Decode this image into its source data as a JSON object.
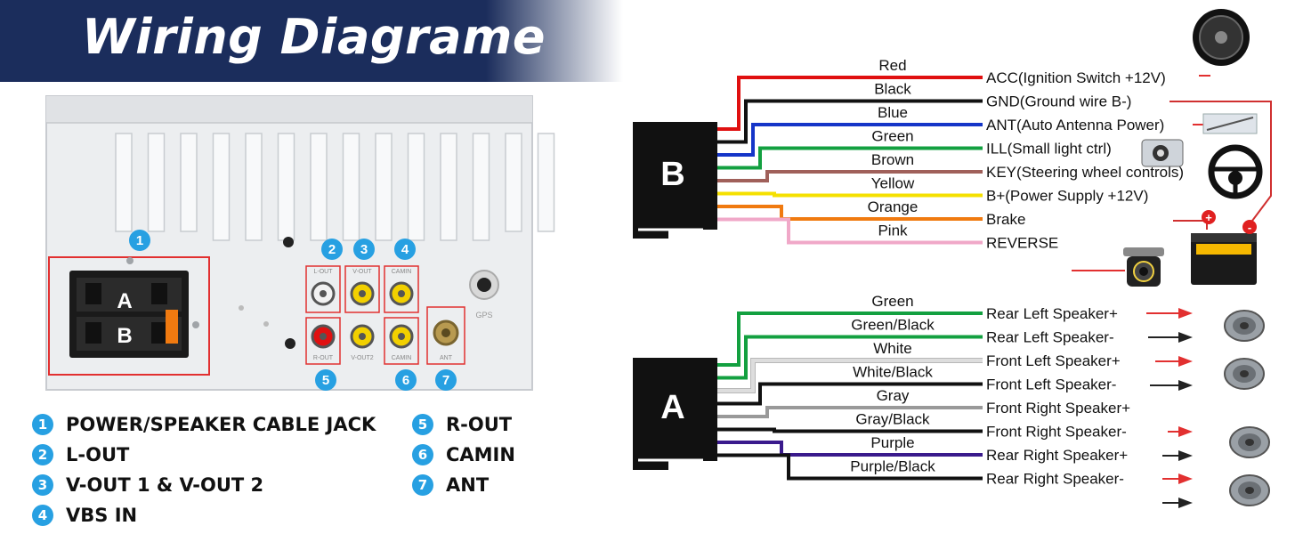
{
  "header": {
    "title": "Wiring Diagrame"
  },
  "unit_panel": {
    "block_a_letter": "A",
    "block_b_letter": "B",
    "jack_labels": {
      "l_out": "L-OUT",
      "v_out": "V-OUT",
      "camin": "CAMIN",
      "r_out": "R-OUT",
      "v_out2": "V-OUT2",
      "camin2": "CAMIN",
      "ant": "ANT",
      "gps": "GPS"
    },
    "markers": [
      "1",
      "2",
      "3",
      "4",
      "5",
      "6",
      "7"
    ]
  },
  "legend": [
    {
      "num": "1",
      "label": "POWER/SPEAKER CABLE JACK"
    },
    {
      "num": "2",
      "label": "L-OUT"
    },
    {
      "num": "3",
      "label": "V-OUT 1 & V-OUT 2"
    },
    {
      "num": "4",
      "label": "VBS IN"
    },
    {
      "num": "5",
      "label": "R-OUT"
    },
    {
      "num": "6",
      "label": "CAMIN"
    },
    {
      "num": "7",
      "label": "ANT"
    }
  ],
  "connector_b": {
    "letter": "B",
    "wires": [
      {
        "color_name": "Red",
        "function": "ACC(Ignition Switch +12V)",
        "color": "#e01010"
      },
      {
        "color_name": "Black",
        "function": "GND(Ground wire B-)",
        "color": "#111111"
      },
      {
        "color_name": "Blue",
        "function": "ANT(Auto Antenna Power)",
        "color": "#1535c8"
      },
      {
        "color_name": "Green",
        "function": "ILL(Small light ctrl)",
        "color": "#13a040"
      },
      {
        "color_name": "Brown",
        "function": "KEY(Steering wheel controls)",
        "color": "#a0605a"
      },
      {
        "color_name": "Yellow",
        "function": "B+(Power Supply +12V)",
        "color": "#f5e000"
      },
      {
        "color_name": "Orange",
        "function": "Brake",
        "color": "#f07a10"
      },
      {
        "color_name": "Pink",
        "function": "REVERSE",
        "color": "#f0a8c8"
      }
    ]
  },
  "connector_a": {
    "letter": "A",
    "wires": [
      {
        "color_name": "Green",
        "function": "Rear Left Speaker+",
        "color": "#13a040"
      },
      {
        "color_name": "Green/Black",
        "function": "Rear Left Speaker-",
        "color": "#13a040"
      },
      {
        "color_name": "White",
        "function": "Front Left Speaker+",
        "color": "#dddddd"
      },
      {
        "color_name": "White/Black",
        "function": "Front Left Speaker-",
        "color": "#111111"
      },
      {
        "color_name": "Gray",
        "function": "Front Right Speaker+",
        "color": "#999999"
      },
      {
        "color_name": "Gray/Black",
        "function": "Front Right Speaker-",
        "color": "#111111"
      },
      {
        "color_name": "Purple",
        "function": "Rear Right Speaker+",
        "color": "#3a1a8c"
      },
      {
        "color_name": "Purple/Black",
        "function": "Rear Right Speaker-",
        "color": "#111111"
      }
    ]
  },
  "battery": {
    "plus": "+",
    "minus": "-"
  }
}
